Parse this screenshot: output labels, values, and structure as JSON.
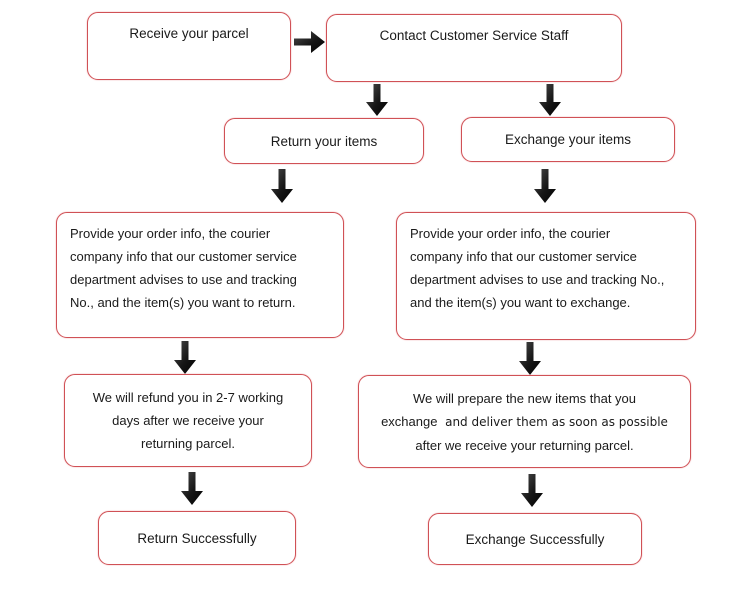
{
  "colors": {
    "box_border": "#d05156",
    "box_border_halo": "#efa9ac",
    "arrow_fill": "#1a1a1a",
    "text": "#1a1a1a",
    "background": "#ffffff"
  },
  "icons": {
    "right_arrow": "block-arrow-right-icon",
    "down_arrow": "block-arrow-down-icon"
  },
  "nodes": {
    "receive": {
      "label": "Receive your parcel"
    },
    "contact": {
      "label": "Contact Customer Service Staff"
    },
    "return_items": {
      "label": "Return your items"
    },
    "exchange_items": {
      "label": "Exchange your items"
    },
    "provide_return": {
      "lines": [
        "Provide your order info, the courier",
        "company info that our customer service",
        "department advises to use and tracking",
        "No., and the item(s) you want to return."
      ]
    },
    "provide_exchange": {
      "lines": [
        "Provide your order info, the courier",
        "company info that our customer service",
        "department advises to use and tracking No.,",
        "and the item(s) you want to exchange."
      ]
    },
    "refund": {
      "lines": [
        "We will refund you in 2-7 working",
        "days after we receive your",
        "returning parcel."
      ]
    },
    "prepare": {
      "line1": "We will prepare the new items that you",
      "line2_a": "exchange",
      "line2_b": "  and deliver them as soon as possible",
      "line3": "after we receive your returning parcel."
    },
    "return_success": {
      "label": "Return Successfully"
    },
    "exchange_success": {
      "label": "Exchange Successfully"
    }
  }
}
